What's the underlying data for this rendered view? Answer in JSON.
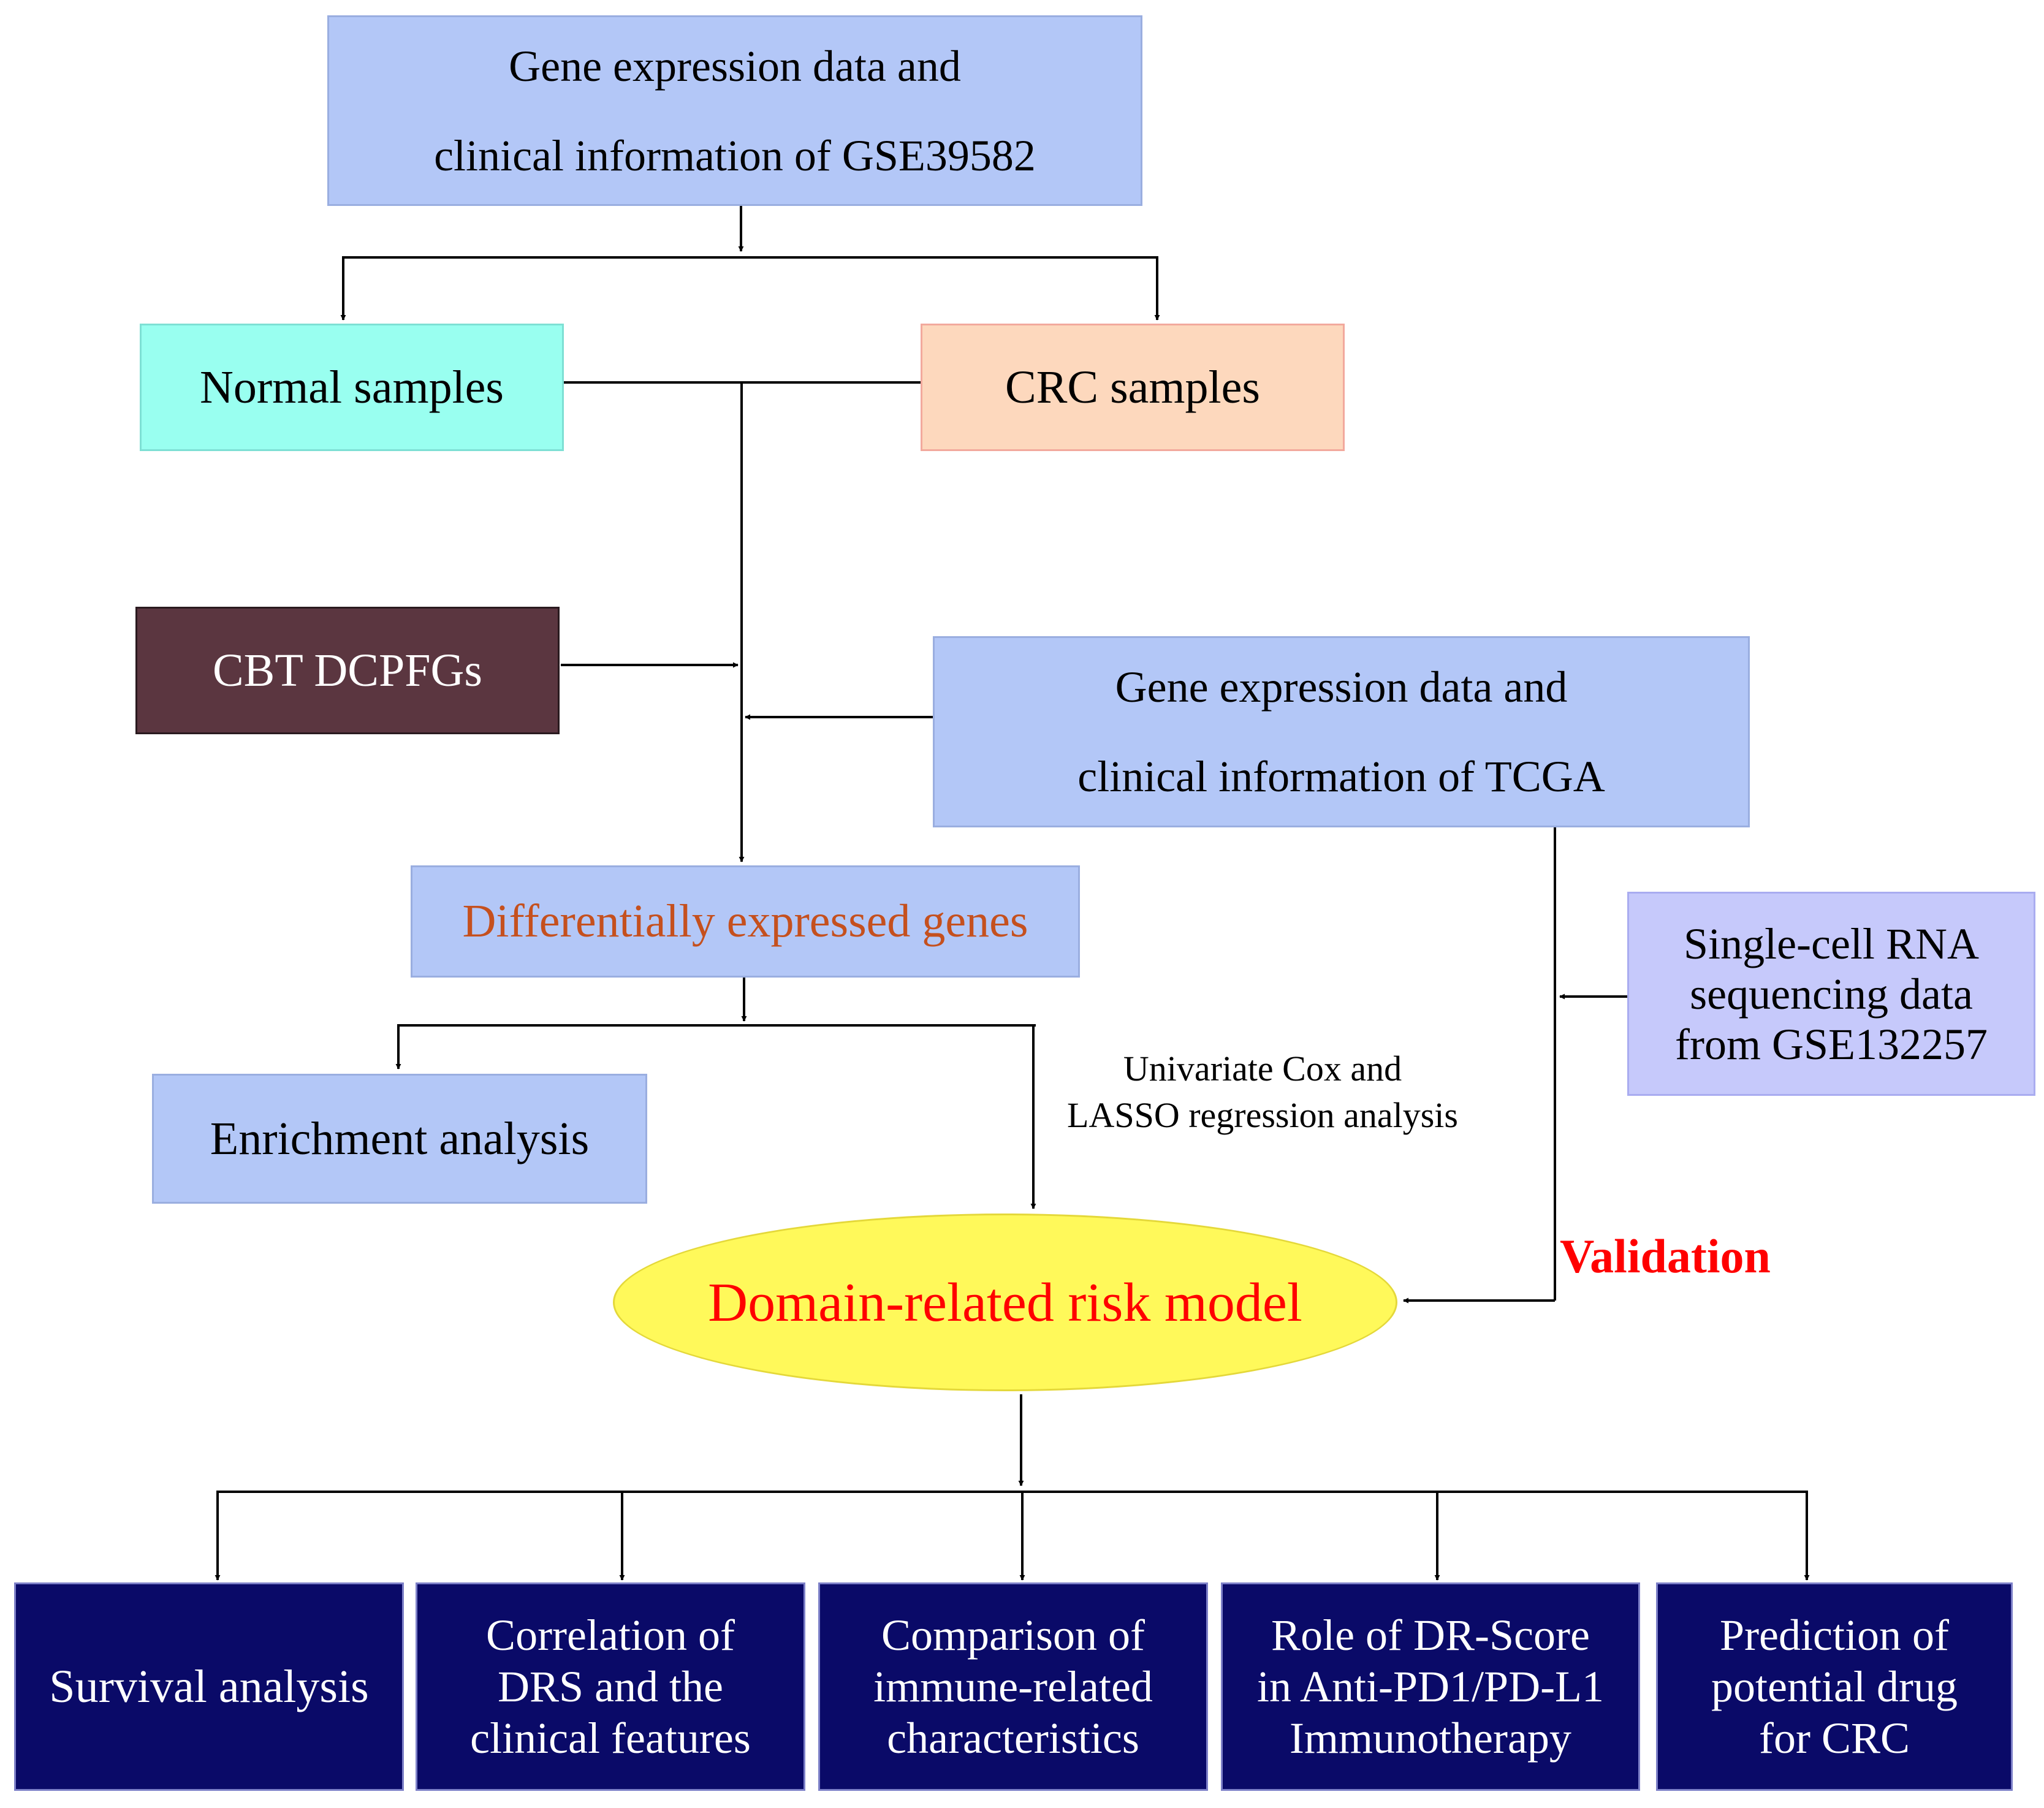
{
  "nodes": {
    "gse39582": [
      "Gene expression data and",
      "clinical information of GSE39582"
    ],
    "normal": "Normal samples",
    "crc": "CRC samples",
    "cbt": "CBT DCPFGs",
    "tcga": [
      "Gene expression data and",
      "clinical information of TCGA"
    ],
    "deg": "Differentially expressed genes",
    "scrna": [
      "Single-cell RNA",
      "sequencing data",
      "from GSE132257"
    ],
    "enrichment": "Enrichment analysis",
    "model": "Domain-related risk model"
  },
  "edge_labels": {
    "cox": [
      "Univariate Cox and",
      "LASSO regression analysis"
    ],
    "validation": "Validation"
  },
  "outputs": [
    [
      "Survival analysis"
    ],
    [
      "Correlation of",
      "DRS and the",
      "clinical features"
    ],
    [
      "Comparison of",
      "immune-related",
      "characteristics"
    ],
    [
      "Role of DR-Score",
      "in Anti-PD1/PD-L1",
      "Immunotherapy"
    ],
    [
      "Prediction of",
      "potential drug",
      "for CRC"
    ]
  ],
  "colors": {
    "data_box": "#b3c7f7",
    "normal_box": "#99fff0",
    "crc_box": "#fdd8bd",
    "cbt_box": "#5b3640",
    "scrna_box": "#c6c9fb",
    "deg_text": "#c5501e",
    "model_fill": "#fff95a",
    "model_text": "#ff0000",
    "output_box": "#0a0a68",
    "validation_text": "#ff0000"
  }
}
